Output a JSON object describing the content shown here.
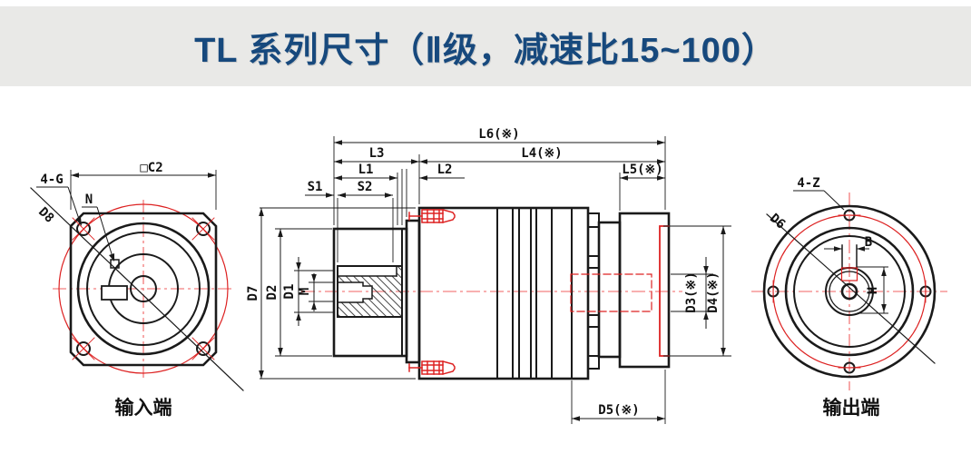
{
  "header": {
    "title": "TL 系列尺寸（Ⅱ级，减速比15~100）"
  },
  "colors": {
    "title_blue": "#17497d",
    "band_gray": "#e9e9e7",
    "line_black": "#1a1a1a",
    "red": "#dd2222",
    "centerline_red": "#f06060"
  },
  "views": {
    "input": {
      "caption": "输入端",
      "labels": {
        "c2": "□C2",
        "g4": "4-G",
        "n": "N",
        "d8": "D8"
      }
    },
    "side": {
      "labels": {
        "l6": "L6(※)",
        "l4": "L4(※)",
        "l3": "L3",
        "l1": "L1",
        "l2": "L2",
        "l5": "L5(※)",
        "s1": "S1",
        "s2": "S2",
        "d7": "D7",
        "d2": "D2",
        "d1": "D1",
        "m": "M",
        "d3": "D3(※)",
        "d4": "D4(※)",
        "d5": "D5(※)"
      }
    },
    "output": {
      "caption": "输出端",
      "labels": {
        "z4": "4-Z",
        "d6": "D6",
        "b": "B",
        "h": "H"
      }
    }
  }
}
